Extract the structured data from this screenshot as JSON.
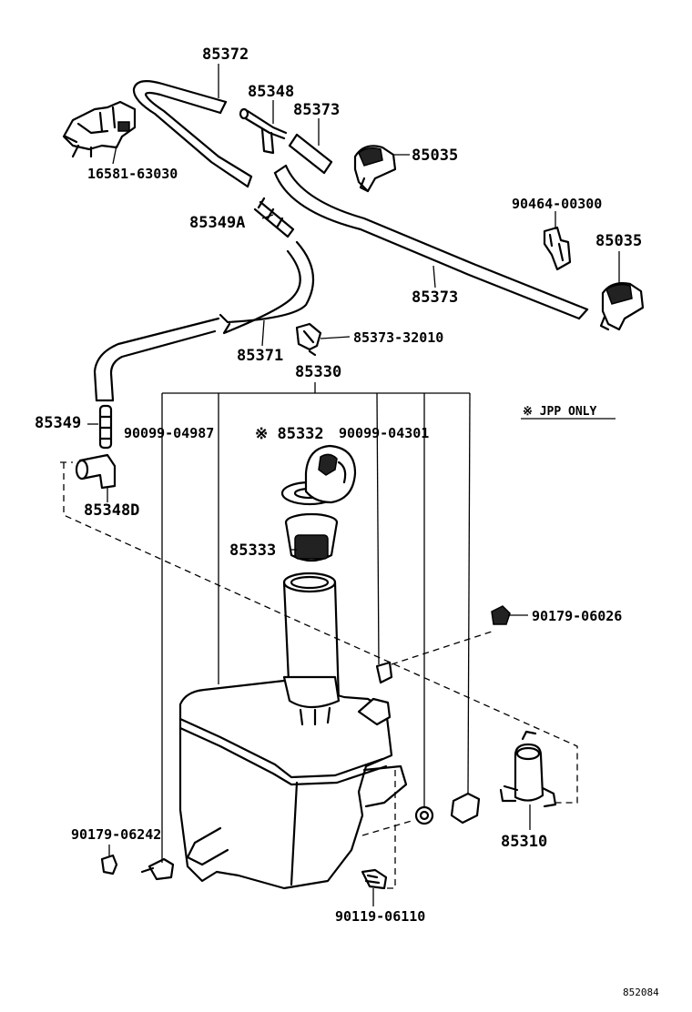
{
  "labels": {
    "p85372": "85372",
    "p85348": "85348",
    "p85373_top": "85373",
    "p85035_a": "85035",
    "p16581": "16581-63030",
    "p90464": "90464-00300",
    "p85035_b": "85035",
    "p85349A": "85349A",
    "p85373_mid": "85373",
    "p85371": "85371",
    "p85373_32010": "85373-32010",
    "p85330": "85330",
    "p85349": "85349",
    "p90099_04987": "90099-04987",
    "p85332": "※ 85332",
    "p90099_04301": "90099-04301",
    "p85348D": "85348D",
    "p85333": "85333",
    "p90179_06026": "90179-06026",
    "p90179_06242": "90179-06242",
    "p85310": "85310",
    "p90119_06110": "90119-06110"
  },
  "note": "※ JPP ONLY",
  "diagram_code": "852084"
}
